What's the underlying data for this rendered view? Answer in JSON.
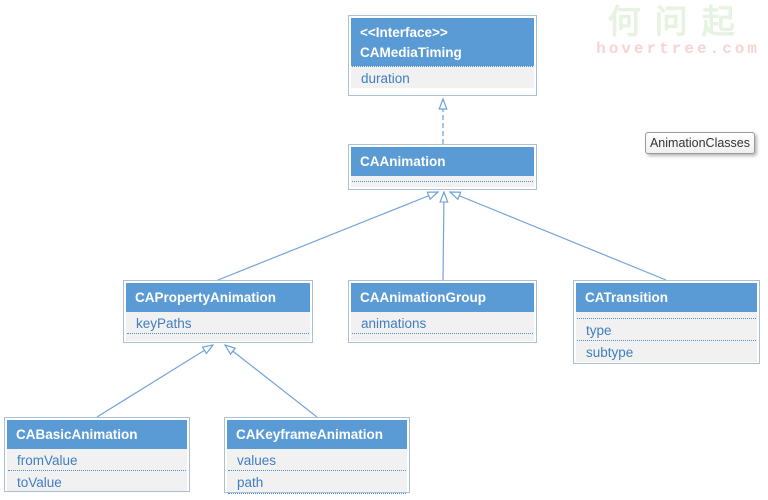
{
  "watermark": {
    "title": "何问起",
    "url": "hovertree.com"
  },
  "floating_label": "AnimationClasses",
  "diagram": {
    "type": "uml-class-diagram",
    "classes": [
      {
        "id": "CAMediaTiming",
        "stereotype": "<<Interface>>",
        "name": "CAMediaTiming",
        "attributes": [
          "duration"
        ]
      },
      {
        "id": "CAAnimation",
        "stereotype": "",
        "name": "CAAnimation",
        "attributes": []
      },
      {
        "id": "CAPropertyAnimation",
        "stereotype": "",
        "name": "CAPropertyAnimation",
        "attributes": [
          "keyPaths"
        ]
      },
      {
        "id": "CAAnimationGroup",
        "stereotype": "",
        "name": "CAAnimationGroup",
        "attributes": [
          "animations"
        ]
      },
      {
        "id": "CATransition",
        "stereotype": "",
        "name": "CATransition",
        "attributes": [
          "type",
          "subtype"
        ]
      },
      {
        "id": "CABasicAnimation",
        "stereotype": "",
        "name": "CABasicAnimation",
        "attributes": [
          "fromValue",
          "toValue"
        ]
      },
      {
        "id": "CAKeyframeAnimation",
        "stereotype": "",
        "name": "CAKeyframeAnimation",
        "attributes": [
          "values",
          "path"
        ]
      }
    ],
    "relations": [
      {
        "from": "CAAnimation",
        "to": "CAMediaTiming",
        "type": "realization"
      },
      {
        "from": "CAPropertyAnimation",
        "to": "CAAnimation",
        "type": "generalization"
      },
      {
        "from": "CAAnimationGroup",
        "to": "CAAnimation",
        "type": "generalization"
      },
      {
        "from": "CATransition",
        "to": "CAAnimation",
        "type": "generalization"
      },
      {
        "from": "CABasicAnimation",
        "to": "CAPropertyAnimation",
        "type": "generalization"
      },
      {
        "from": "CAKeyframeAnimation",
        "to": "CAPropertyAnimation",
        "type": "generalization"
      }
    ],
    "colors": {
      "header_fill": "#5b9bd5",
      "header_text": "#ffffff",
      "body_fill": "#f1f1f1",
      "attribute_text": "#3f7ec0",
      "box_border": "#a9c0d6",
      "connector": "#74a4d8",
      "watermark_title": "#e7f3e1",
      "watermark_url": "#f8d3d3"
    }
  }
}
